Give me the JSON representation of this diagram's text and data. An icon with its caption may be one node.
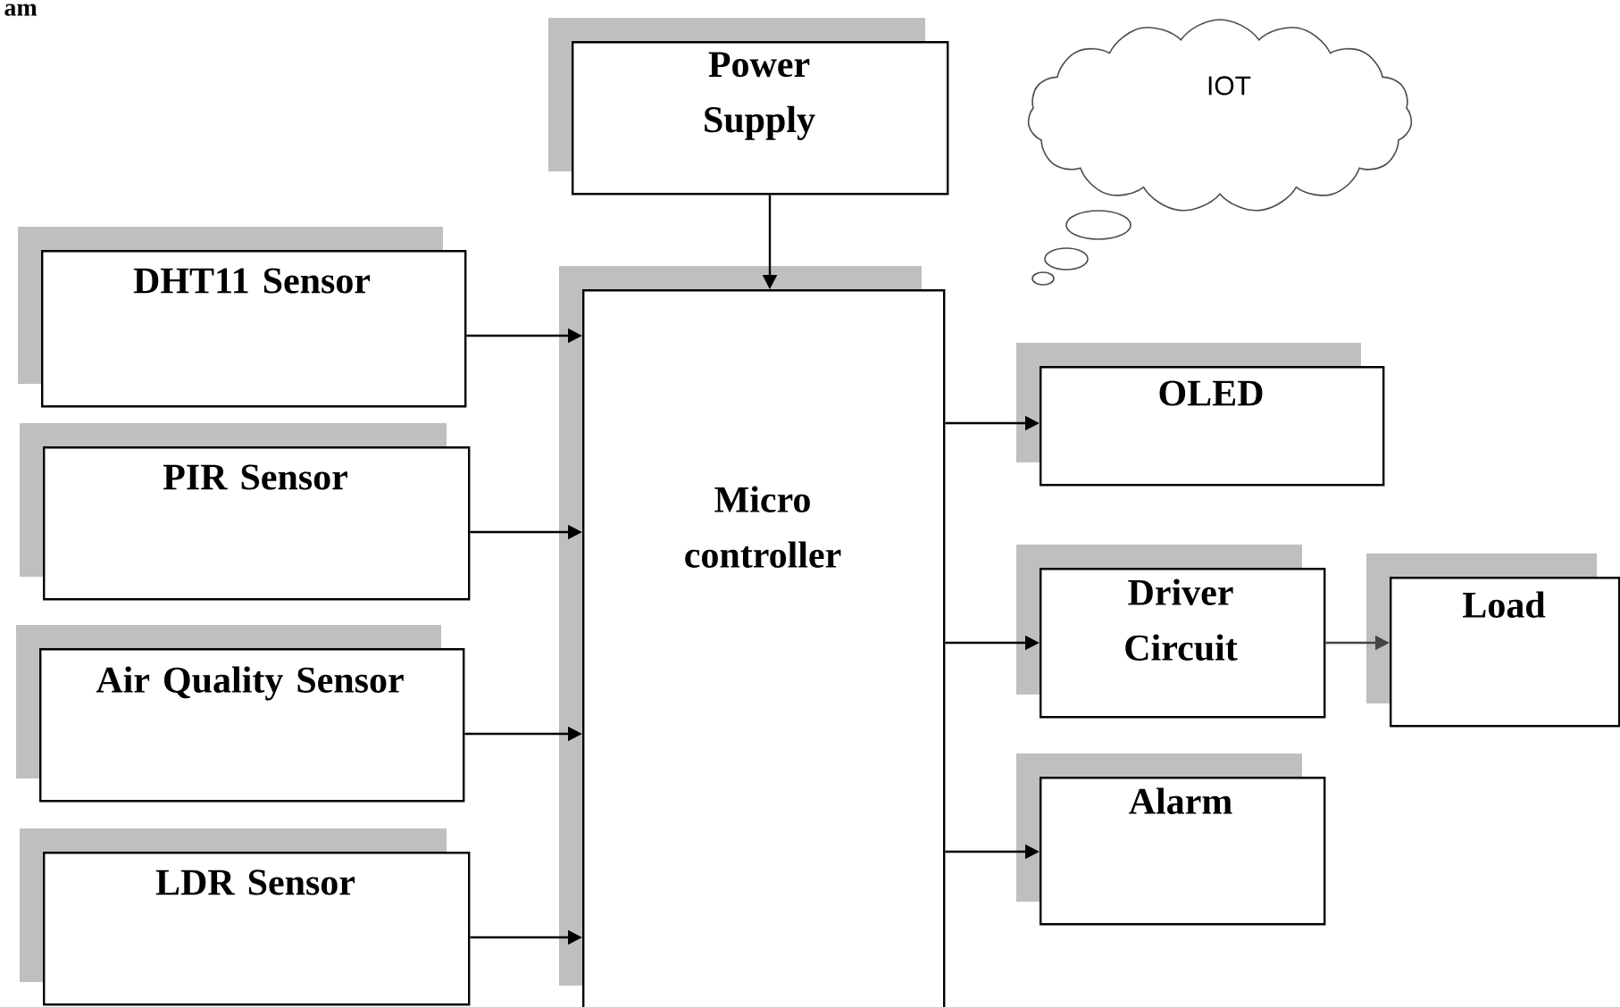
{
  "diagram": {
    "nodes": [
      {
        "text": [
          "Power Supply"
        ]
      },
      {
        "text": [
          "DHT11 Sensor"
        ]
      },
      {
        "text": [
          "PIR Sensor"
        ]
      },
      {
        "text": [
          "Air Quality Sensor"
        ]
      },
      {
        "text": [
          "LDR Sensor"
        ]
      },
      {
        "text": [
          "Micro controller"
        ]
      },
      {
        "text": [
          "IOT"
        ]
      },
      {
        "text": [
          "OLED"
        ]
      },
      {
        "text": [
          "Driver Circuit"
        ]
      },
      {
        "text": [
          "Load"
        ]
      },
      {
        "text": [
          "Alarm"
        ]
      }
    ],
    "edges": [
      {
        "from": 0,
        "to": 5,
        "arrow": "to"
      },
      {
        "from": 1,
        "to": 5,
        "arrow": "to"
      },
      {
        "from": 2,
        "to": 5,
        "arrow": "to"
      },
      {
        "from": 3,
        "to": 5,
        "arrow": "to"
      },
      {
        "from": 4,
        "to": 5,
        "arrow": "to"
      },
      {
        "from": 5,
        "to": 7,
        "arrow": "to"
      },
      {
        "from": 5,
        "to": 8,
        "arrow": "to"
      },
      {
        "from": 5,
        "to": 10,
        "arrow": "to"
      },
      {
        "from": 8,
        "to": 9,
        "arrow": "to",
        "color": "#444444"
      }
    ],
    "labels": [
      "am"
    ]
  }
}
